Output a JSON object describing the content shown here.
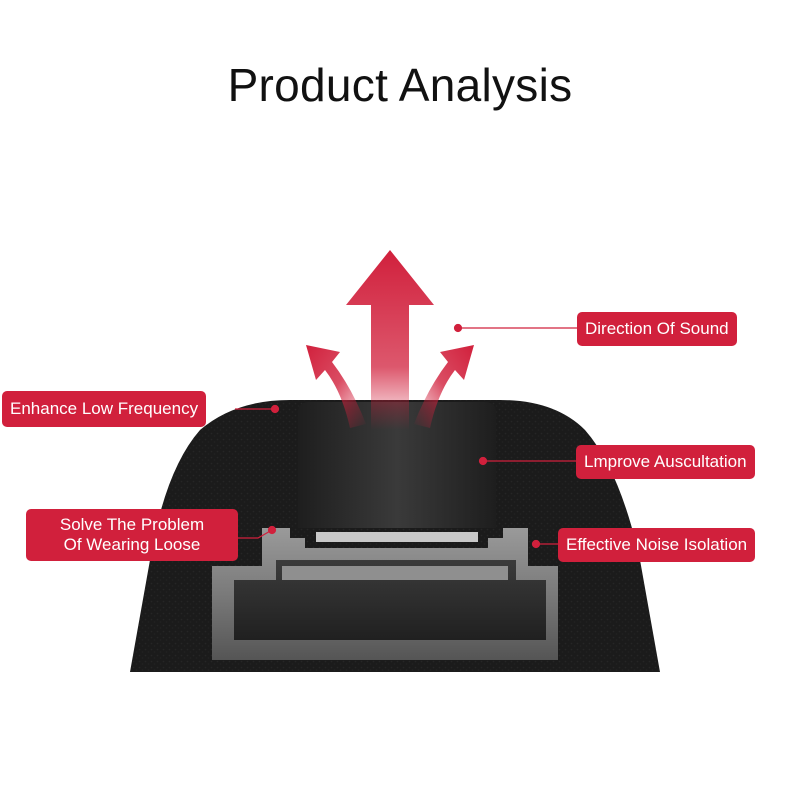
{
  "title": "Product Analysis",
  "colors": {
    "accent": "#d1203c",
    "foam": "#1a1a1a",
    "core": "#6b6b6b"
  },
  "callouts": {
    "direction_of_sound": "Direction Of Sound",
    "enhance_low_frequency": "Enhance Low Frequency",
    "improve_auscultation": "Lmprove Auscultation",
    "solve_problem_line1": "Solve The Problem",
    "solve_problem_line2": "Of Wearing Loose",
    "noise_isolation": "Effective Noise Isolation"
  }
}
